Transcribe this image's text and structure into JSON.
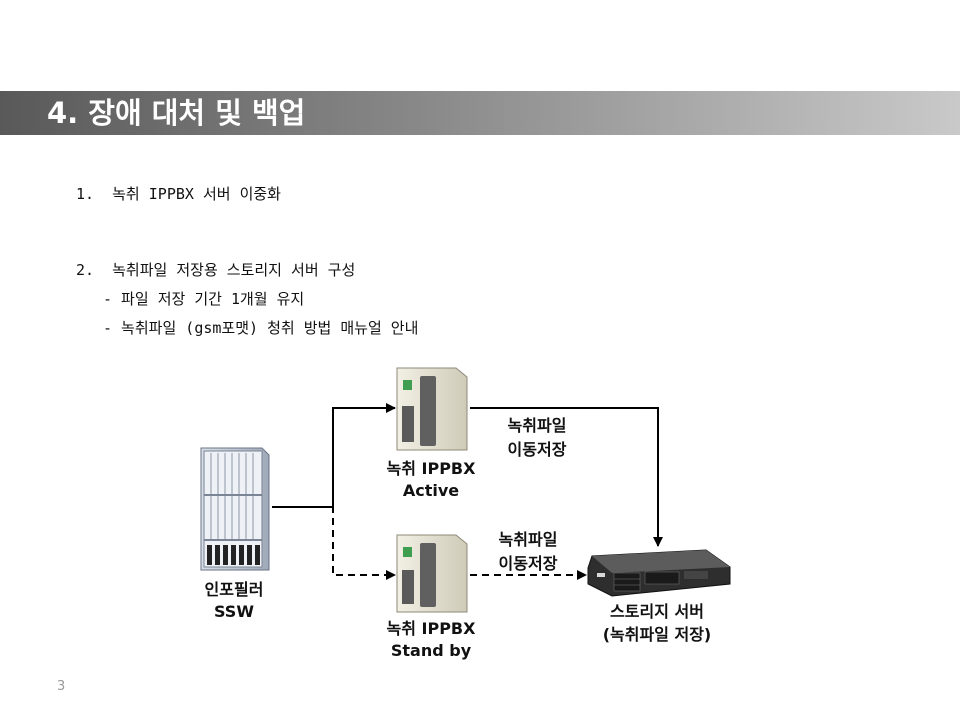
{
  "header": {
    "title": "4. 장애 대처 및 백업"
  },
  "body": {
    "item1": "1.  녹취 IPPBX 서버 이중화",
    "item2": "2.  녹취파일 저장용 스토리지 서버 구성",
    "sub1": "- 파일 저장 기간 1개월 유지",
    "sub2": "- 녹취파일 (gsm포맷) 청취 방법 매뉴얼 안내"
  },
  "diagram": {
    "ssw": {
      "line1": "인포필러",
      "line2": "SSW"
    },
    "active": {
      "line1": "녹취 IPPBX",
      "line2": "Active"
    },
    "standby": {
      "line1": "녹취 IPPBX",
      "line2": "Stand by"
    },
    "storage": {
      "line1": "스토리지 서버",
      "line2": "(녹취파일 저장)"
    },
    "flow_top": {
      "line1": "녹취파일",
      "line2": "이동저장"
    },
    "flow_bottom": {
      "line1": "녹취파일",
      "line2": "이동저장"
    }
  },
  "footer": {
    "page_number": "3"
  }
}
